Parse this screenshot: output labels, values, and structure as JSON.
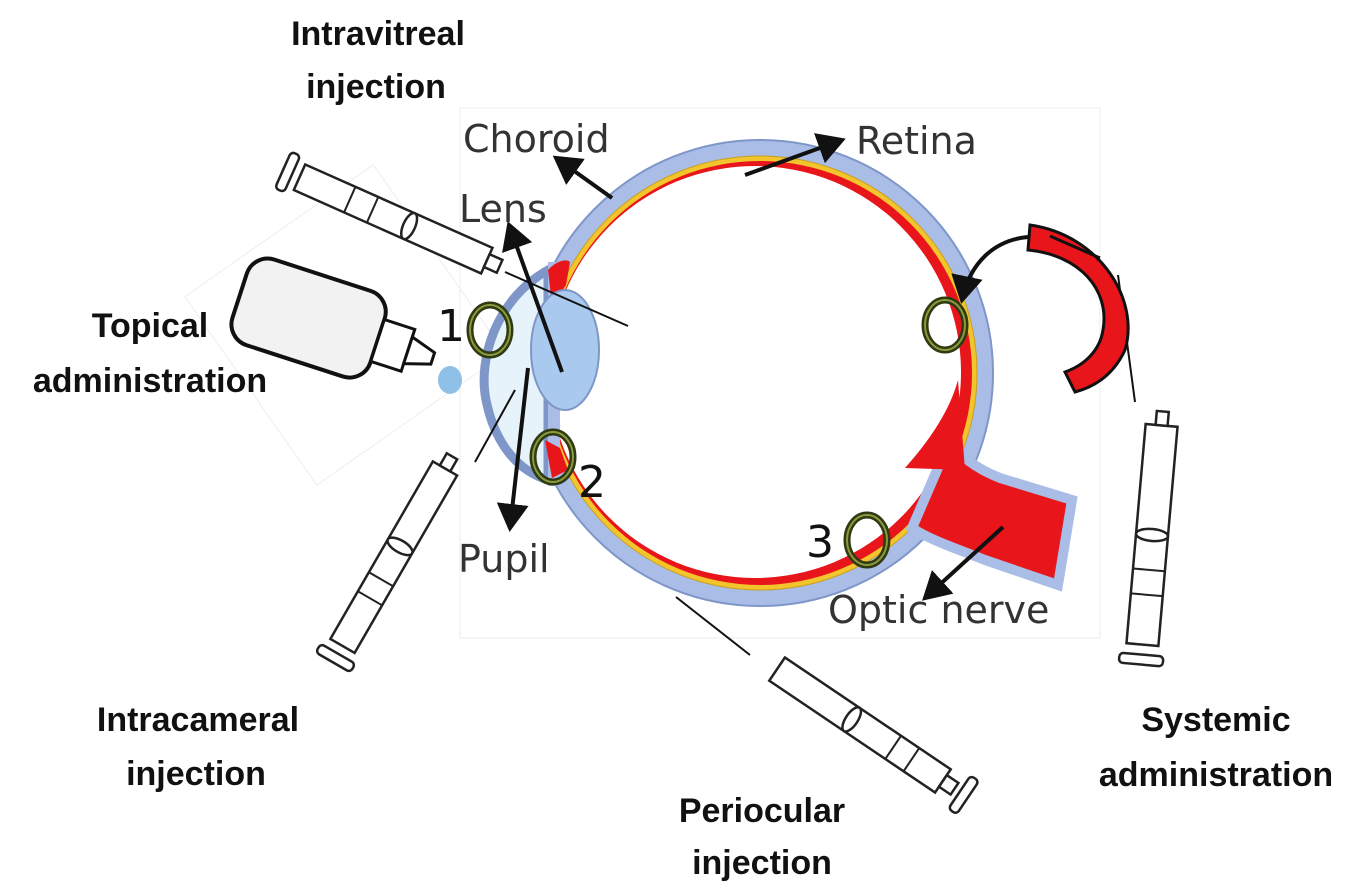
{
  "routes": {
    "intravitreal": [
      "Intravitreal",
      "injection"
    ],
    "topical": [
      "Topical",
      "administration"
    ],
    "intracameral": [
      "Intracameral",
      "injection"
    ],
    "periocular": [
      "Periocular",
      "injection"
    ],
    "systemic": [
      "Systemic",
      "administration"
    ]
  },
  "parts": {
    "choroid": "Choroid",
    "retina": "Retina",
    "lens": "Lens",
    "pupil": "Pupil",
    "optic_nerve": "Optic nerve"
  },
  "barriers": {
    "one": "1",
    "two": "2",
    "three": "3"
  },
  "colors": {
    "sclera": "#a9bde6",
    "retina": "#e8161b",
    "choroid": "#f2c52d",
    "barrier_ring": "#2f3a12",
    "barrier_ring_inner": "#8a9a3c",
    "lens": "#a9c9ee",
    "cornea": "#e6f3fb",
    "drop": "#8fc0e8"
  }
}
